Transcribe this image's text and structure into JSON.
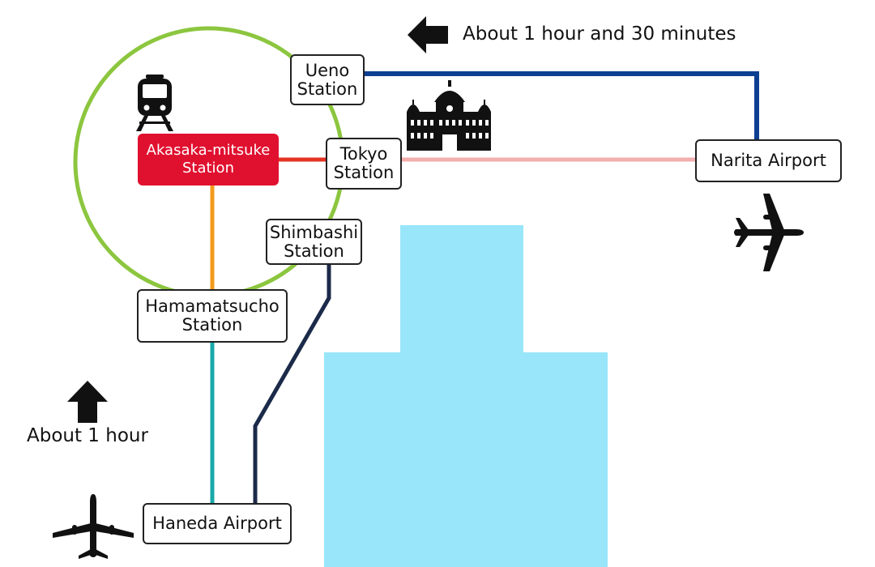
{
  "stations": {
    "ueno": "Ueno\nStation",
    "akasaka": "Akasaka-mitsuke\nStation",
    "tokyo": "Tokyo\nStation",
    "shimbashi": "Shimbashi\nStation",
    "hamamatsucho": "Hamamatsucho\nStation",
    "narita": "Narita Airport",
    "haneda": "Haneda Airport"
  },
  "durations": {
    "narita": "About 1 hour and 30 minutes",
    "haneda": "About 1 hour"
  },
  "colors": {
    "ring_line": "#8cc63f",
    "ueno_narita_line": "#0d3f91",
    "akasaka_tokyo_line": "#e53323",
    "tokyo_narita_line": "#f3aeae",
    "akasaka_hamamatsucho_line": "#f39a1d",
    "hamamatsucho_haneda_line": "#1aa9a9",
    "shimbashi_haneda_line": "#1c2a4a",
    "origin_station_fill": "#e0102f",
    "water": "#99e6fa"
  },
  "icons": [
    "train-icon",
    "tokyo-station-building-icon",
    "airplane-icon",
    "arrow-left-icon",
    "arrow-up-icon"
  ]
}
